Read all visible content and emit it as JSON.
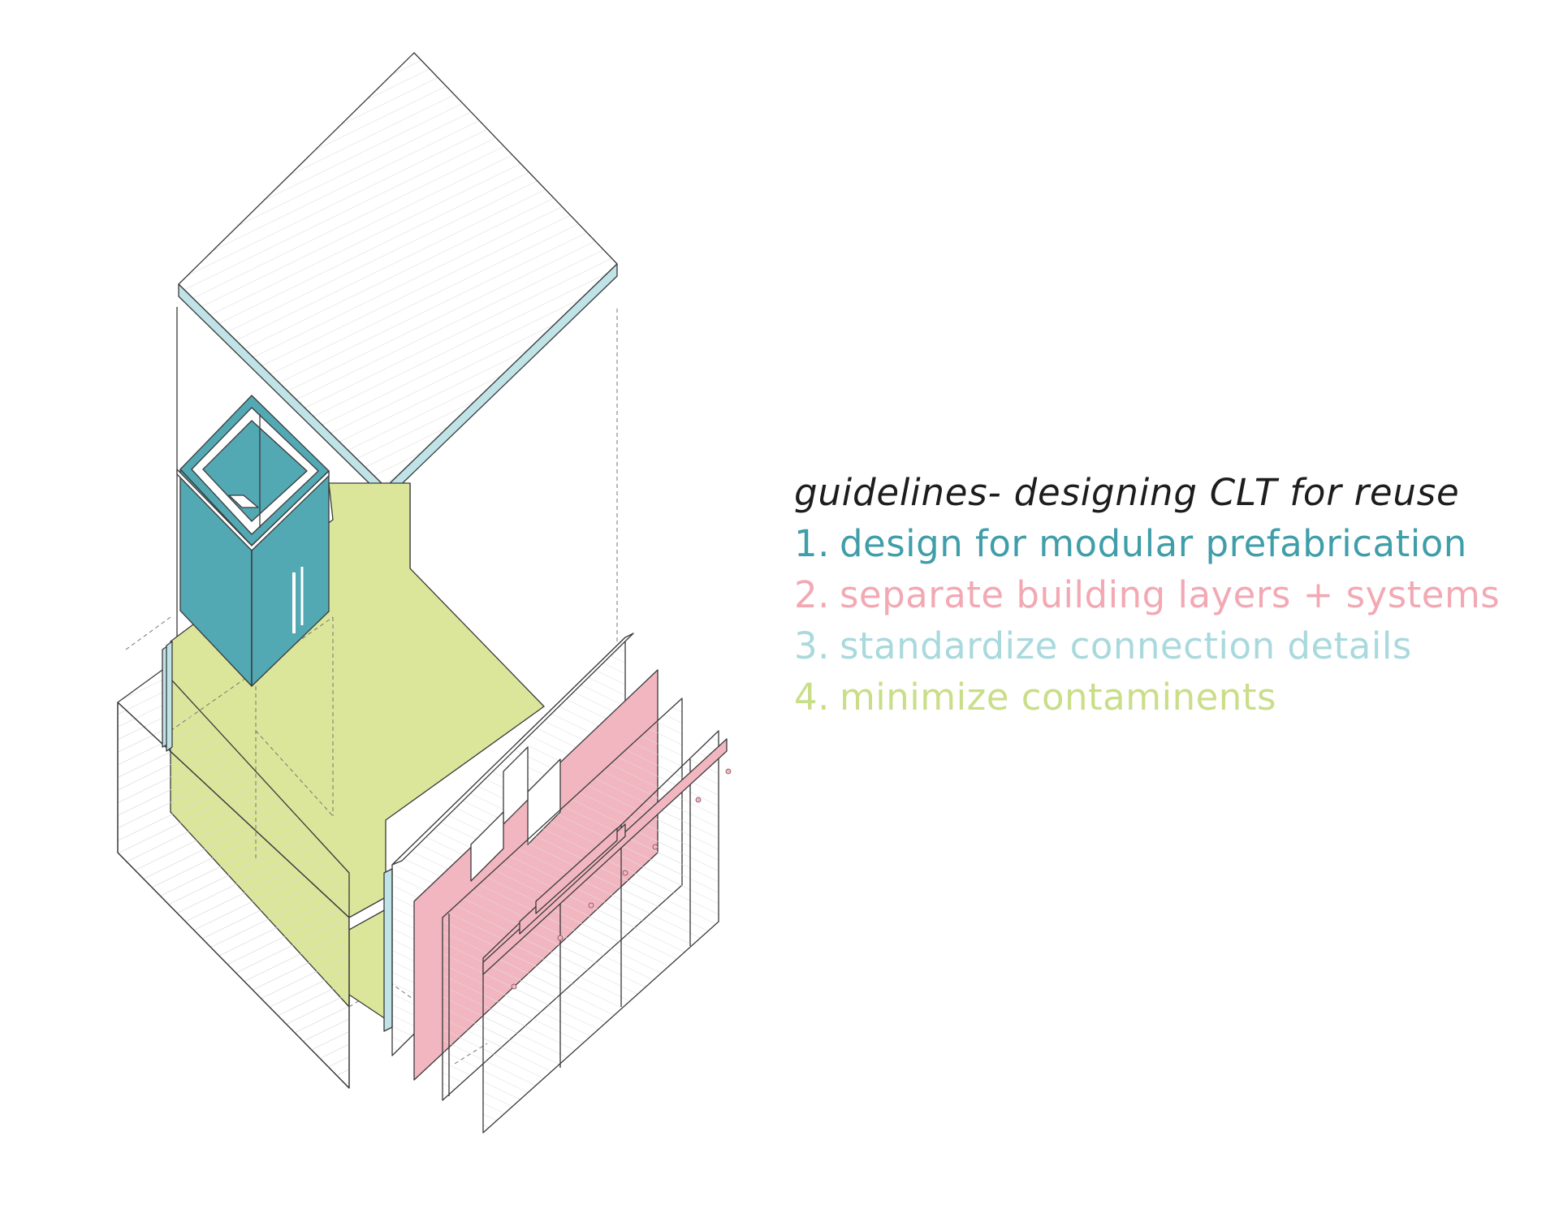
{
  "legend": {
    "title": "guidelines-  designing CLT for reuse",
    "items": [
      {
        "number": "1.",
        "text": "design for modular prefabrication",
        "color": "#3f9ea9"
      },
      {
        "number": "2.",
        "text": "separate building layers + systems",
        "color": "#f2a9b4"
      },
      {
        "number": "3.",
        "text": "standardize connection details",
        "color": "#a9d9dd"
      },
      {
        "number": "4.",
        "text": "minimize contaminents",
        "color": "#c9de88"
      }
    ]
  },
  "colors": {
    "module": "#52a8b3",
    "layers": "#f2b6c0",
    "connections": "#bfe3e6",
    "floor": "#dbe69a",
    "line": "#3a3a3a",
    "hatch": "#d6d6d6"
  }
}
